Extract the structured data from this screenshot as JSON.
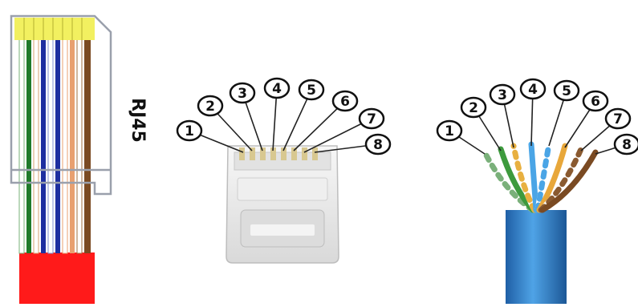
{
  "connector_label": "RJ45",
  "pin_numbers": [
    "1",
    "2",
    "3",
    "4",
    "5",
    "6",
    "7",
    "8"
  ],
  "colors": {
    "plug_contacts": "#f2f060",
    "cable_jacket_red": "#ff1a1a",
    "cable_jacket_blue": "#2f7fc9",
    "wire_green": "#1f7a2a",
    "wire_blue": "#1e2fa0",
    "wire_orange": "#e8a070",
    "wire_brown": "#7a4a22",
    "plug_body": "#ececec"
  }
}
